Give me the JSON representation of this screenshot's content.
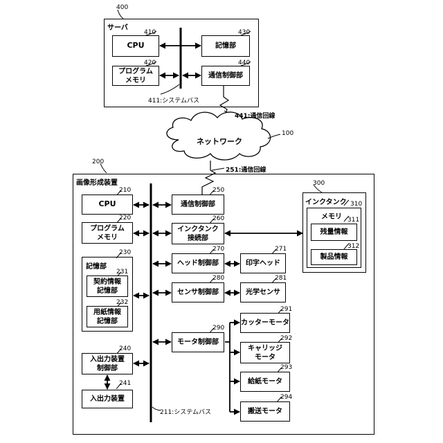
{
  "server": {
    "num": "400",
    "title": "サーバ",
    "cpu": {
      "num": "410",
      "label": "CPU"
    },
    "program_memory": {
      "num": "420",
      "label": "プログラム\nメモリ"
    },
    "storage": {
      "num": "430",
      "label": "記憶部"
    },
    "comm_control": {
      "num": "440",
      "label": "通信制御部"
    },
    "bus": "411:システムバス",
    "line": "441:通信回線"
  },
  "network": {
    "num": "100",
    "label": "ネットワーク"
  },
  "device": {
    "num": "200",
    "title": "画像形成装置",
    "line": "251:通信回線",
    "bus": "211:システムバス",
    "cpu": {
      "num": "210",
      "label": "CPU"
    },
    "program_memory": {
      "num": "220",
      "label": "プログラム\nメモリ"
    },
    "storage": {
      "num": "230",
      "label": "記憶部"
    },
    "contract_storage": {
      "num": "231",
      "label": "契約情報\n記憶部"
    },
    "paper_storage": {
      "num": "232",
      "label": "用紙情報\n記憶部"
    },
    "io_control": {
      "num": "240",
      "label": "入出力装置\n制御部"
    },
    "io_device": {
      "num": "241",
      "label": "入出力装置"
    },
    "comm_control": {
      "num": "250",
      "label": "通信制御部"
    },
    "ink_tank_connector": {
      "num": "260",
      "label": "インクタンク\n接続部"
    },
    "head_control": {
      "num": "270",
      "label": "ヘッド制御部"
    },
    "print_head": {
      "num": "271",
      "label": "印字ヘッド"
    },
    "sensor_control": {
      "num": "280",
      "label": "センサ制御部"
    },
    "optical_sensor": {
      "num": "281",
      "label": "光学センサ"
    },
    "motor_control": {
      "num": "290",
      "label": "モータ制御部"
    },
    "cutter_motor": {
      "num": "291",
      "label": "カッターモータ"
    },
    "carriage_motor": {
      "num": "292",
      "label": "キャリッジ\nモータ"
    },
    "feed_motor": {
      "num": "293",
      "label": "給紙モータ"
    },
    "transport_motor": {
      "num": "294",
      "label": "搬送モータ"
    }
  },
  "ink_tank": {
    "num": "300",
    "title": "インクタンク",
    "memory": {
      "num": "310",
      "label": "メモリ"
    },
    "remaining": {
      "num": "311",
      "label": "残量情報"
    },
    "product": {
      "num": "312",
      "label": "製品情報"
    }
  }
}
